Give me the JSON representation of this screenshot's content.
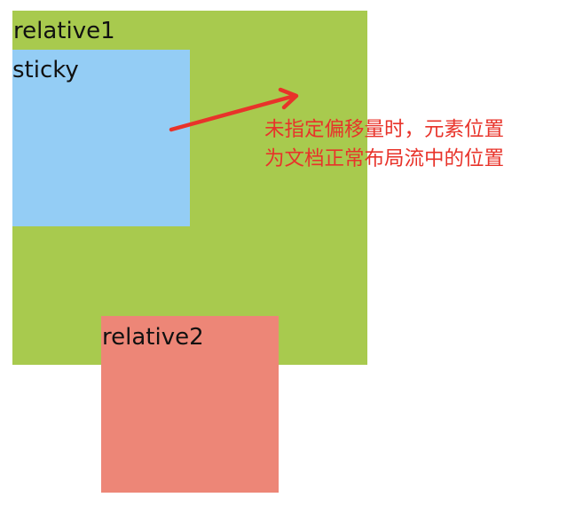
{
  "boxes": {
    "relative1": {
      "label": "relative1",
      "color": "#a8ca4e"
    },
    "sticky": {
      "label": "sticky",
      "color": "#94cdf5"
    },
    "relative2": {
      "label": "relative2",
      "color": "#ed8677"
    }
  },
  "annotation": {
    "line1": "未指定偏移量时，元素位置",
    "line2": "为文档正常布局流中的位置",
    "color": "#e8332a"
  }
}
